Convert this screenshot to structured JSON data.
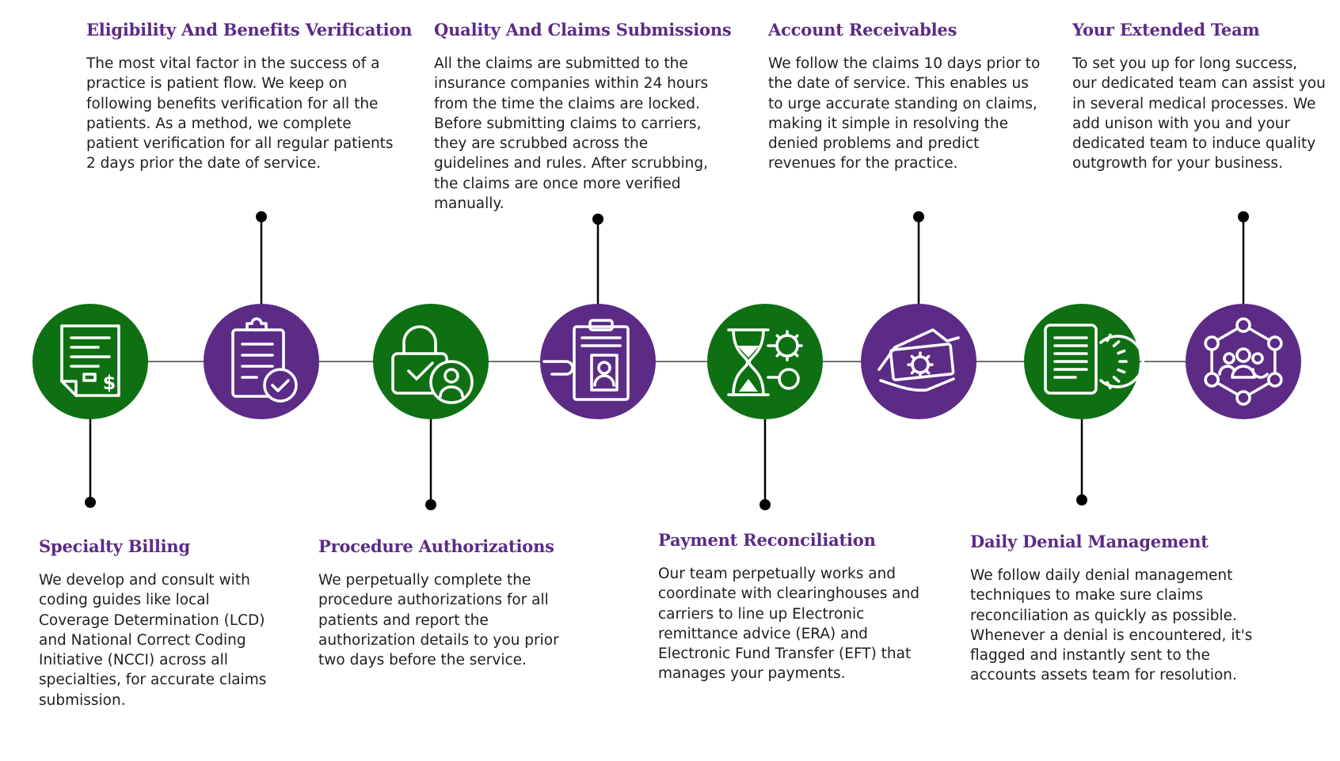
{
  "colors": {
    "green": "#0e7013",
    "purple": "#5b2b86",
    "line": "#000000",
    "title": "#5b2b86"
  },
  "steps": [
    {
      "title": "Specialty Billing",
      "icon": "billing-document-icon",
      "color": "green",
      "text": "We develop and consult with coding guides like local Coverage Determination (LCD) and National Correct Coding Initiative (NCCI) across all specialties, for accurate claims submission."
    },
    {
      "title": "Eligibility And Benefits Verification",
      "icon": "clipboard-check-icon",
      "color": "purple",
      "text": "The most vital factor in the success of a practice is patient flow. We keep on following benefits verification for all the patients. As a method, we complete patient verification for all regular patients 2 days prior the date of service."
    },
    {
      "title": "Procedure Authorizations",
      "icon": "lock-user-icon",
      "color": "green",
      "text": "We perpetually complete the procedure authorizations for all patients and report the authorization details to you prior two days before the service."
    },
    {
      "title": "Quality And Claims Submissions",
      "icon": "id-clipboard-hand-icon",
      "color": "purple",
      "text": "All the claims are submitted to the insurance companies within 24 hours from the time the claims are locked. Before submitting claims to carriers, they are scrubbed across the guidelines and rules. After scrubbing, the claims are once more verified manually."
    },
    {
      "title": "Payment Reconciliation",
      "icon": "hourglass-gear-icon",
      "color": "green",
      "text": "Our team perpetually works and coordinate with clearinghouses and carriers to line up Electronic remittance advice (ERA) and Electronic Fund Transfer (EFT) that manages your payments."
    },
    {
      "title": "Account Receivables",
      "icon": "hand-money-gear-icon",
      "color": "purple",
      "text": "We follow the claims 10 days prior to the date of service. This enables us to urge accurate standing on claims, making it simple in resolving the denied problems and predict revenues for the practice."
    },
    {
      "title": "Daily Denial Management",
      "icon": "document-gear-icon",
      "color": "green",
      "text": "We follow daily denial management techniques to make sure claims reconciliation as quickly as possible. Whenever a denial is encountered, it's flagged and instantly sent to the accounts assets team for resolution."
    },
    {
      "title": "Your Extended Team",
      "icon": "team-network-icon",
      "color": "purple",
      "text": "To set you up for long success, our dedicated team can assist you in several medical processes. We add unison with you and your dedicated team to induce quality outgrowth for your business."
    }
  ]
}
